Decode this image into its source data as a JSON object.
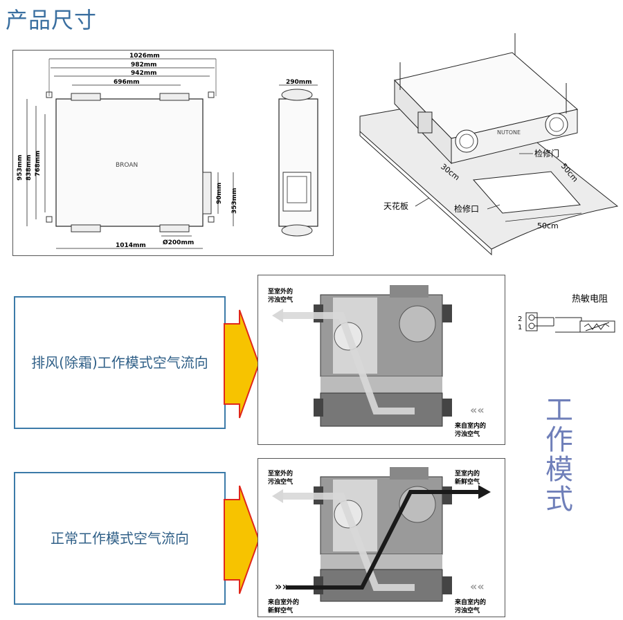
{
  "page": {
    "title": "产品尺寸"
  },
  "dimension_drawing": {
    "width_labels": [
      "1026mm",
      "982mm",
      "942mm",
      "696mm"
    ],
    "height_labels": [
      "953mm",
      "838mm",
      "768mm"
    ],
    "bottom_width": "1014mm",
    "duct_diameter": "Ø200mm",
    "duct_height": "90mm",
    "side_height": "353mm",
    "side_width": "290mm",
    "brand": "BROAN"
  },
  "install_view": {
    "service_door": "检修门",
    "ceiling": "天花板",
    "service_opening": "检修口",
    "dim_30": "30cm",
    "dim_50_right": "50cm",
    "dim_50_bottom": "50cm",
    "brand": "NUTONE"
  },
  "thermistor": {
    "label": "热敏电阻",
    "pin2": "2",
    "pin1": "1"
  },
  "modes": [
    {
      "label": "排风(除霜)工作模式空气流向",
      "outdoor_dirty_1": "至室外的",
      "outdoor_dirty_2": "污浊空气",
      "indoor_dirty_1": "来自室内的",
      "indoor_dirty_2": "污浊空气"
    },
    {
      "label": "正常工作模式空气流向",
      "outdoor_dirty_1": "至室外的",
      "outdoor_dirty_2": "污浊空气",
      "indoor_fresh_1": "至室内的",
      "indoor_fresh_2": "新鲜空气",
      "outdoor_fresh_1": "来自室外的",
      "outdoor_fresh_2": "新鲜空气",
      "indoor_dirty_1": "来自室内的",
      "indoor_dirty_2": "污浊空气"
    }
  ],
  "side_label": "工作模式",
  "colors": {
    "title": "#3a6fa0",
    "box_border": "#3b7aa8",
    "arrow_fill": "#f7c300",
    "arrow_edge": "#e0271a",
    "side_text": "#6f7fb9"
  }
}
